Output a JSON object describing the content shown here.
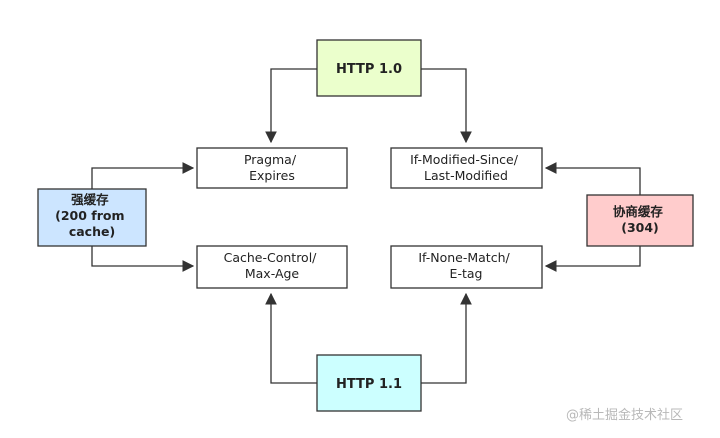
{
  "diagram": {
    "nodes": {
      "http10": {
        "lines": [
          "HTTP 1.0"
        ],
        "fill": "#ebffcc"
      },
      "http11": {
        "lines": [
          "HTTP 1.1"
        ],
        "fill": "#ccffff"
      },
      "strong": {
        "lines": [
          "强缓存",
          "(200 from",
          "cache)"
        ],
        "fill": "#cce5ff"
      },
      "nego": {
        "lines": [
          "协商缓存",
          "(304)"
        ],
        "fill": "#ffcccc"
      },
      "pragma": {
        "lines": [
          "Pragma/",
          "Expires"
        ],
        "fill": "#ffffff"
      },
      "ims": {
        "lines": [
          "If-Modified-Since/",
          "Last-Modified"
        ],
        "fill": "#ffffff"
      },
      "cc": {
        "lines": [
          "Cache-Control/",
          "Max-Age"
        ],
        "fill": "#ffffff"
      },
      "inm": {
        "lines": [
          "If-None-Match/",
          "E-tag"
        ],
        "fill": "#ffffff"
      }
    },
    "edge_color": "#333333",
    "border_color": "#333333"
  },
  "watermark": "@稀土掘金技术社区"
}
